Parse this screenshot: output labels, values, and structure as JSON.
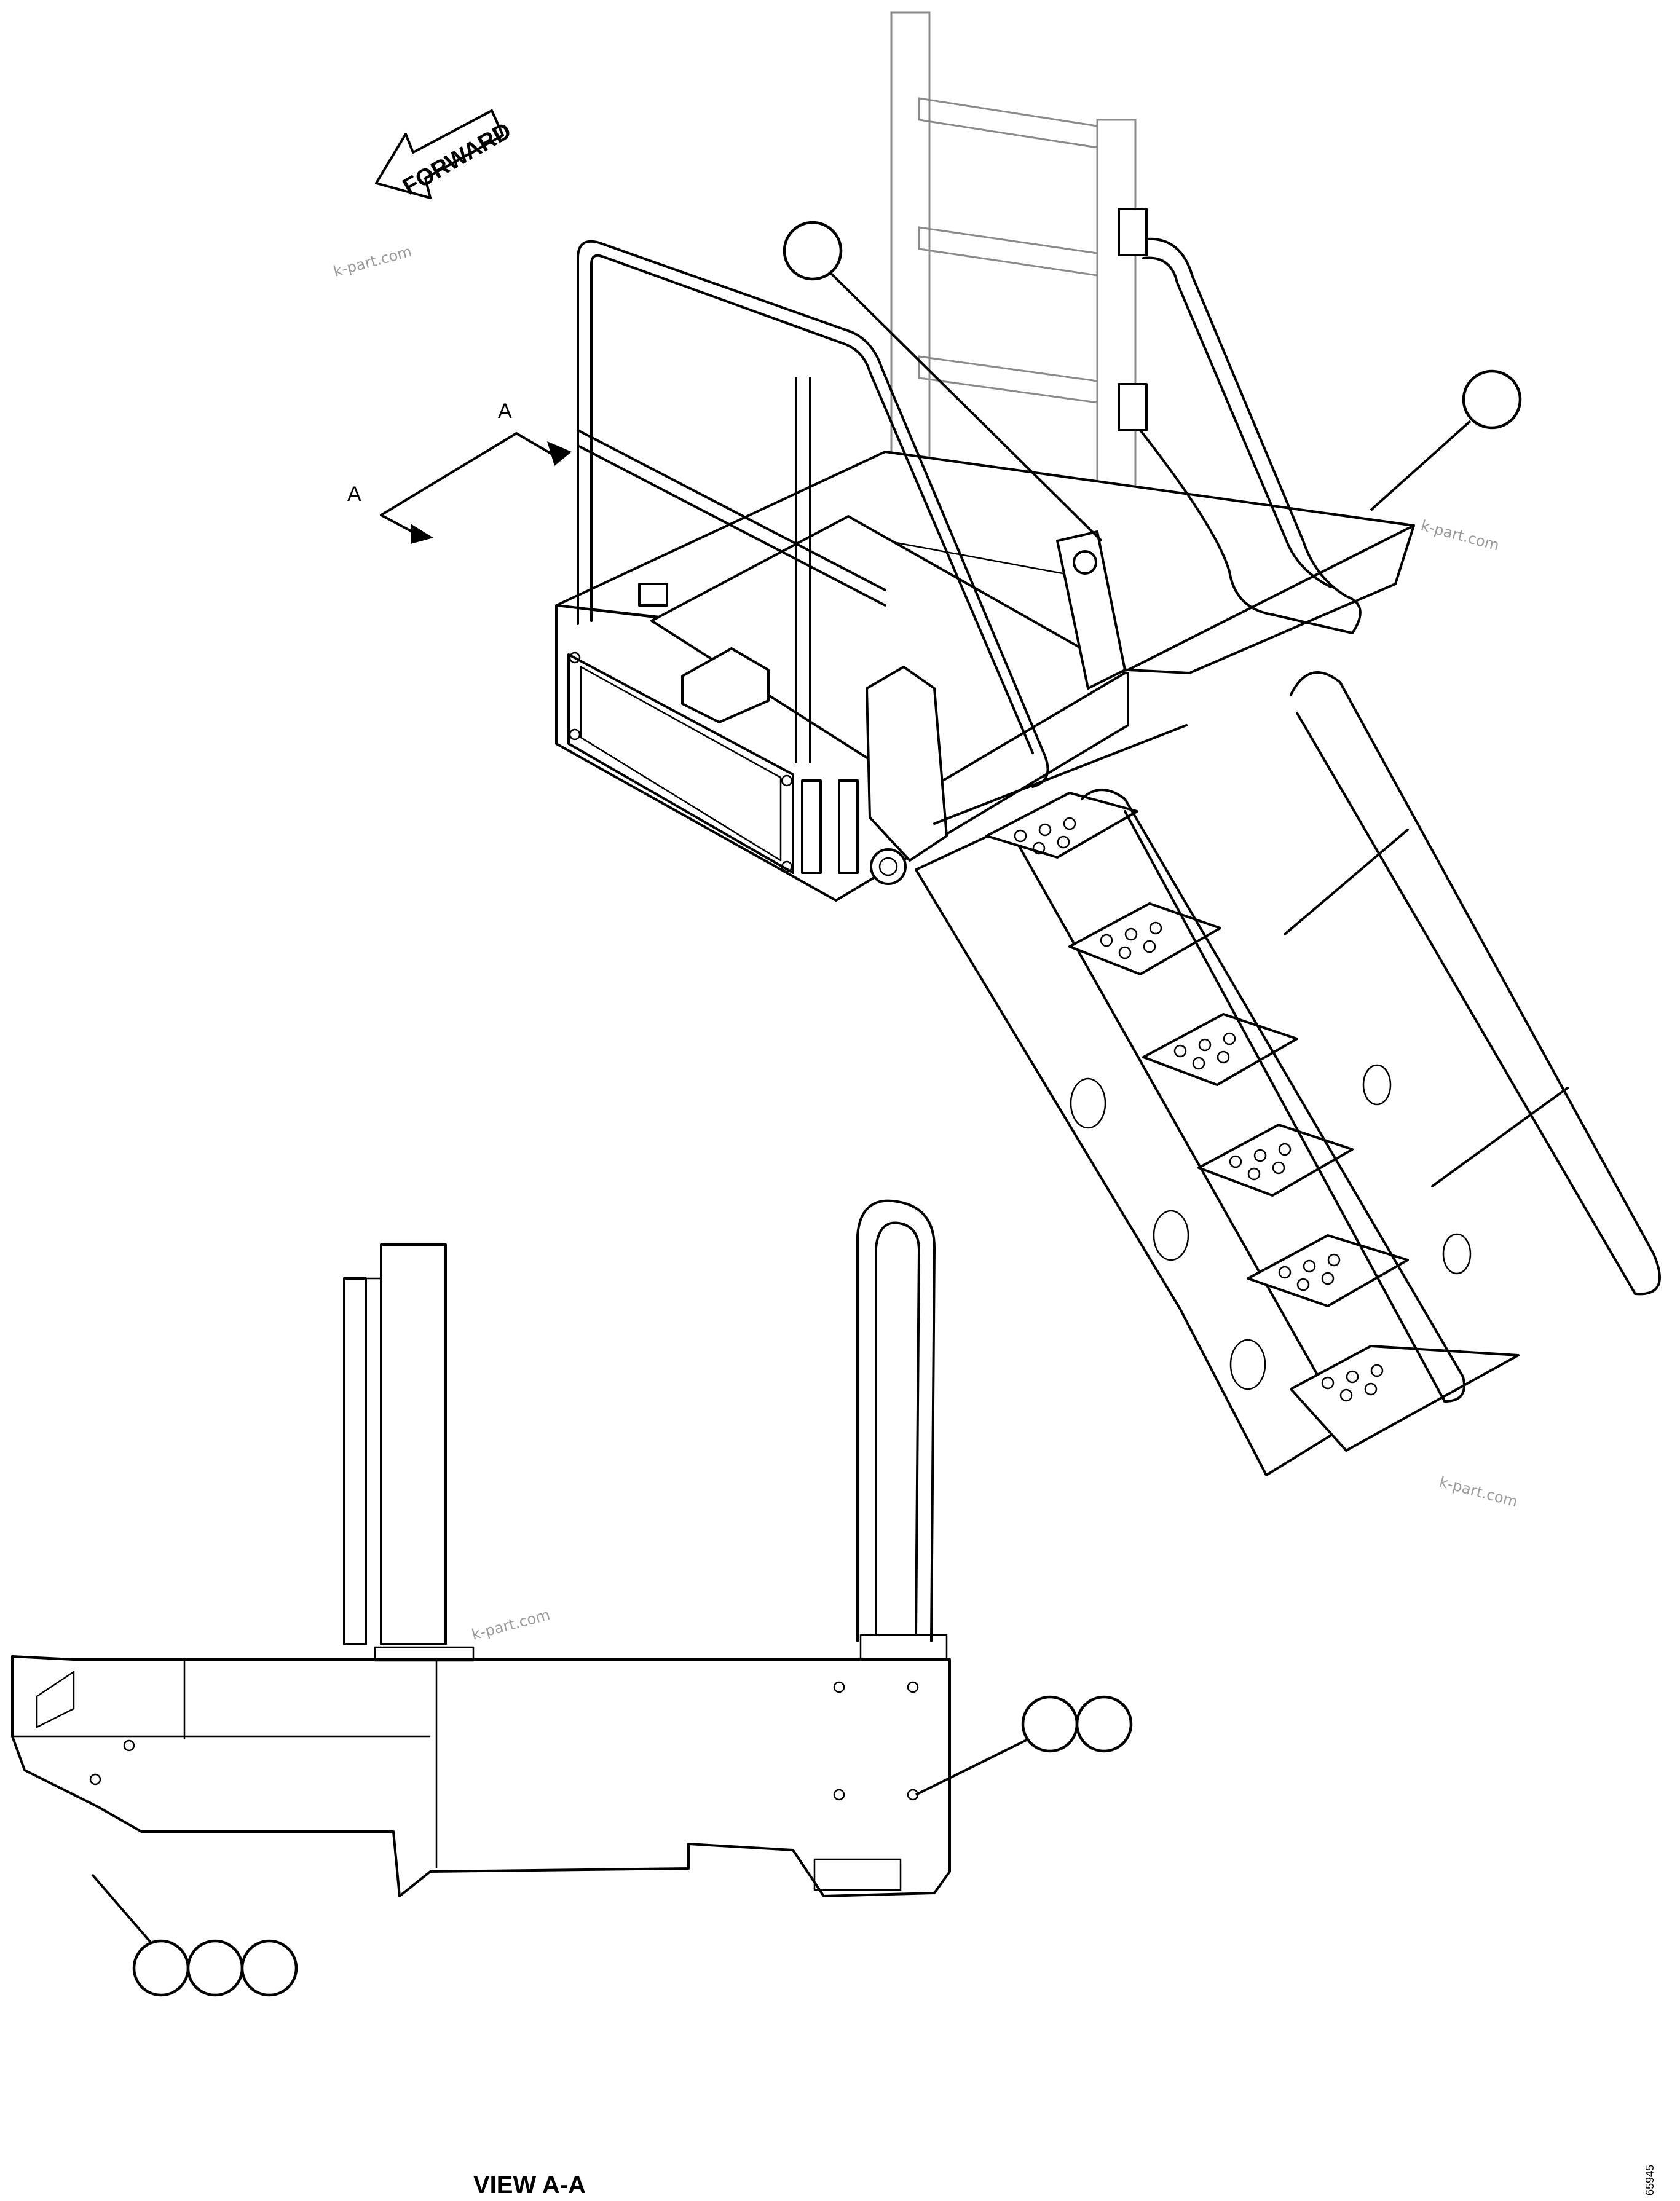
{
  "labels": {
    "forward": "FORWARD",
    "section_a_top": "A",
    "section_a_left": "A",
    "view_title": "VIEW A-A",
    "drawing_number": "65945"
  },
  "watermarks": [
    "k-part.com",
    "k-part.com",
    "k-part.com",
    "k-part.com"
  ],
  "callouts": {
    "count_top": 2,
    "count_view_right": 2,
    "count_view_left": 3
  },
  "icons": {
    "forward_arrow": "forward-arrow-icon",
    "section_arrow": "section-arrow-icon",
    "callout_balloon": "callout-balloon-icon"
  }
}
